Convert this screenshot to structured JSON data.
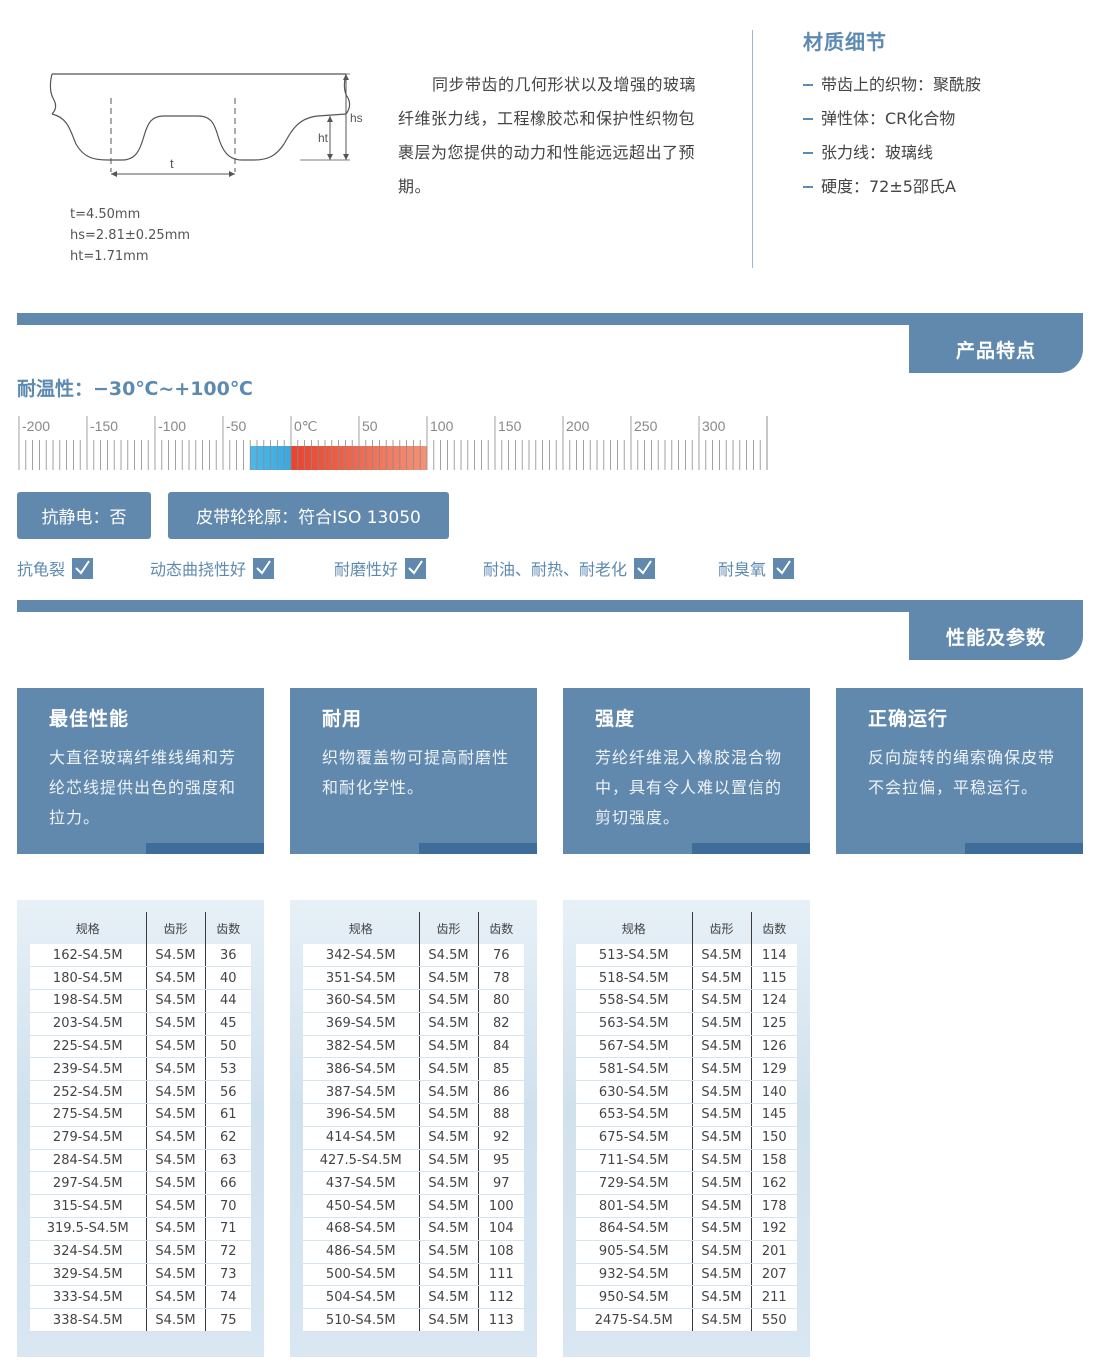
{
  "diagram": {
    "labels": {
      "t": "t",
      "hs": "hs",
      "ht": "ht"
    },
    "dims": [
      "t=4.50mm",
      "hs=2.81±0.25mm",
      "ht=1.71mm"
    ]
  },
  "intro_text": "同步带齿的几何形状以及增强的玻璃纤维张力线，工程橡胶芯和保护性织物包裹层为您提供的动力和性能远远超出了预期。",
  "material": {
    "title": "材质细节",
    "items": [
      "带齿上的织物：聚酰胺",
      "弹性体：CR化合物",
      "张力线：玻璃线",
      "硬度：72±5邵氏A"
    ]
  },
  "sections": {
    "features": "产品特点",
    "performance": "性能及参数"
  },
  "temperature": {
    "label": "耐温性：−30℃~+100℃",
    "ticks": [
      "-200",
      "-150",
      "-100",
      "-50",
      "0℃",
      "50",
      "100",
      "150",
      "200",
      "250",
      "300"
    ],
    "range_min": -30,
    "range_max": 100,
    "colors": {
      "cold": "#4fb8e6",
      "hot_start": "#e8432e",
      "hot_end": "#f39277"
    }
  },
  "badges": {
    "antistatic": "抗静电：否",
    "profile": "皮带轮轮廓：符合ISO 13050"
  },
  "checks": [
    "抗龟裂",
    "动态曲挠性好",
    "耐磨性好",
    "耐油、耐热、耐老化",
    "耐臭氧"
  ],
  "cards": [
    {
      "title": "最佳性能",
      "text": "大直径玻璃纤维线绳和芳纶芯线提供出色的强度和拉力。"
    },
    {
      "title": "耐用",
      "text": "织物覆盖物可提高耐磨性和耐化学性。"
    },
    {
      "title": "强度",
      "text": "芳纶纤维混入橡胶混合物中，具有令人难以置信的剪切强度。"
    },
    {
      "title": "正确运行",
      "text": "反向旋转的绳索确保皮带不会拉偏，平稳运行。"
    }
  ],
  "table_headers": [
    "规格",
    "齿形",
    "齿数"
  ],
  "tables": [
    [
      [
        "162-S4.5M",
        "S4.5M",
        "36"
      ],
      [
        "180-S4.5M",
        "S4.5M",
        "40"
      ],
      [
        "198-S4.5M",
        "S4.5M",
        "44"
      ],
      [
        "203-S4.5M",
        "S4.5M",
        "45"
      ],
      [
        "225-S4.5M",
        "S4.5M",
        "50"
      ],
      [
        "239-S4.5M",
        "S4.5M",
        "53"
      ],
      [
        "252-S4.5M",
        "S4.5M",
        "56"
      ],
      [
        "275-S4.5M",
        "S4.5M",
        "61"
      ],
      [
        "279-S4.5M",
        "S4.5M",
        "62"
      ],
      [
        "284-S4.5M",
        "S4.5M",
        "63"
      ],
      [
        "297-S4.5M",
        "S4.5M",
        "66"
      ],
      [
        "315-S4.5M",
        "S4.5M",
        "70"
      ],
      [
        "319.5-S4.5M",
        "S4.5M",
        "71"
      ],
      [
        "324-S4.5M",
        "S4.5M",
        "72"
      ],
      [
        "329-S4.5M",
        "S4.5M",
        "73"
      ],
      [
        "333-S4.5M",
        "S4.5M",
        "74"
      ],
      [
        "338-S4.5M",
        "S4.5M",
        "75"
      ]
    ],
    [
      [
        "342-S4.5M",
        "S4.5M",
        "76"
      ],
      [
        "351-S4.5M",
        "S4.5M",
        "78"
      ],
      [
        "360-S4.5M",
        "S4.5M",
        "80"
      ],
      [
        "369-S4.5M",
        "S4.5M",
        "82"
      ],
      [
        "382-S4.5M",
        "S4.5M",
        "84"
      ],
      [
        "386-S4.5M",
        "S4.5M",
        "85"
      ],
      [
        "387-S4.5M",
        "S4.5M",
        "86"
      ],
      [
        "396-S4.5M",
        "S4.5M",
        "88"
      ],
      [
        "414-S4.5M",
        "S4.5M",
        "92"
      ],
      [
        "427.5-S4.5M",
        "S4.5M",
        "95"
      ],
      [
        "437-S4.5M",
        "S4.5M",
        "97"
      ],
      [
        "450-S4.5M",
        "S4.5M",
        "100"
      ],
      [
        "468-S4.5M",
        "S4.5M",
        "104"
      ],
      [
        "486-S4.5M",
        "S4.5M",
        "108"
      ],
      [
        "500-S4.5M",
        "S4.5M",
        "111"
      ],
      [
        "504-S4.5M",
        "S4.5M",
        "112"
      ],
      [
        "510-S4.5M",
        "S4.5M",
        "113"
      ]
    ],
    [
      [
        "513-S4.5M",
        "S4.5M",
        "114"
      ],
      [
        "518-S4.5M",
        "S4.5M",
        "115"
      ],
      [
        "558-S4.5M",
        "S4.5M",
        "124"
      ],
      [
        "563-S4.5M",
        "S4.5M",
        "125"
      ],
      [
        "567-S4.5M",
        "S4.5M",
        "126"
      ],
      [
        "581-S4.5M",
        "S4.5M",
        "129"
      ],
      [
        "630-S4.5M",
        "S4.5M",
        "140"
      ],
      [
        "653-S4.5M",
        "S4.5M",
        "145"
      ],
      [
        "675-S4.5M",
        "S4.5M",
        "150"
      ],
      [
        "711-S4.5M",
        "S4.5M",
        "158"
      ],
      [
        "729-S4.5M",
        "S4.5M",
        "162"
      ],
      [
        "801-S4.5M",
        "S4.5M",
        "178"
      ],
      [
        "864-S4.5M",
        "S4.5M",
        "192"
      ],
      [
        "905-S4.5M",
        "S4.5M",
        "201"
      ],
      [
        "932-S4.5M",
        "S4.5M",
        "207"
      ],
      [
        "950-S4.5M",
        "S4.5M",
        "211"
      ],
      [
        "2475-S4.5M",
        "S4.5M",
        "550"
      ]
    ]
  ]
}
